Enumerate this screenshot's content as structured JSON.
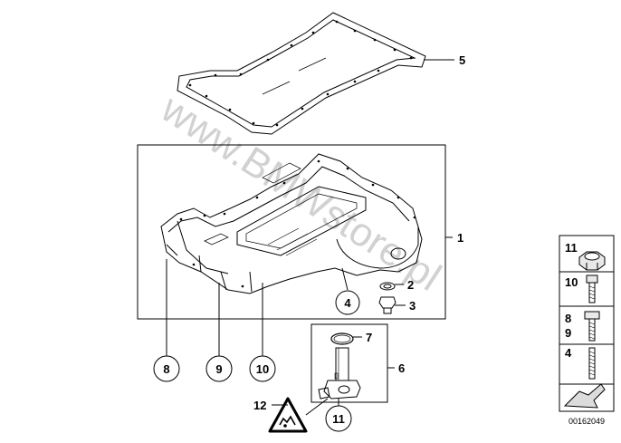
{
  "watermark": "www.BMWstore.pl",
  "doc_id": "00162049",
  "callouts": {
    "c1": "1",
    "c2": "2",
    "c3": "3",
    "c4": "4",
    "c5": "5",
    "c6": "6",
    "c7": "7",
    "c8": "8",
    "c9": "9",
    "c10": "10",
    "c11": "11",
    "c12": "12"
  },
  "side_panel": {
    "p11": "11",
    "p10": "10",
    "p8": "8",
    "p9": "9",
    "p4": "4"
  },
  "icons": [
    "gasket-icon",
    "oil-pan-icon",
    "oil-level-sensor-icon",
    "warning-triangle-icon",
    "nut-icon",
    "bolt-icon",
    "next-page-arrow-icon"
  ]
}
